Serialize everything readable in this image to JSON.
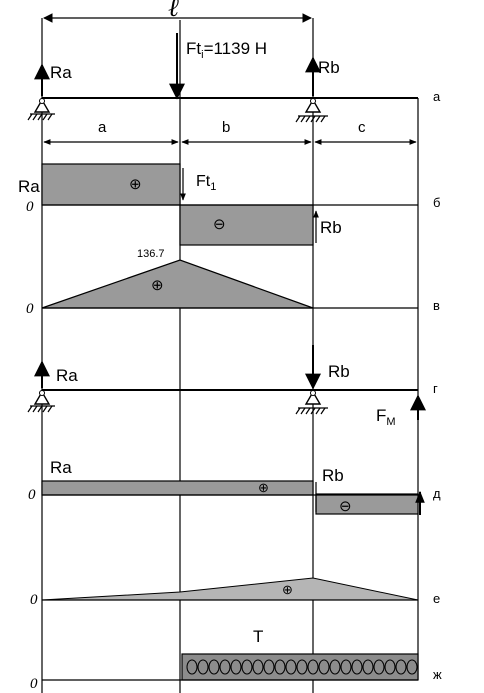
{
  "dimensions": {
    "span": "ℓ",
    "a": "a",
    "b": "b",
    "c": "c"
  },
  "forces": {
    "ft_label": "Ft",
    "ft_sub": "i",
    "ft_value": "=1139  H",
    "ft_short": "Ft",
    "ft_short_sub": "1",
    "ra": "Ra",
    "rb": "Rb",
    "fm": "F",
    "fm_sub": "M",
    "t": "T"
  },
  "diagram_values": {
    "m_max": "136.7",
    "zero": "0",
    "plus": "⊕",
    "minus": "⊖"
  },
  "row_letters": [
    "а",
    "б",
    "в",
    "г",
    "д",
    "е",
    "ж"
  ],
  "colors": {
    "fill_dark": "#9a9a9a",
    "fill_light": "#b5b5b5",
    "line": "#000000"
  },
  "icons": [
    "arrow-icon",
    "pin-support-icon",
    "roller-support-icon",
    "spring-coil-icon"
  ]
}
